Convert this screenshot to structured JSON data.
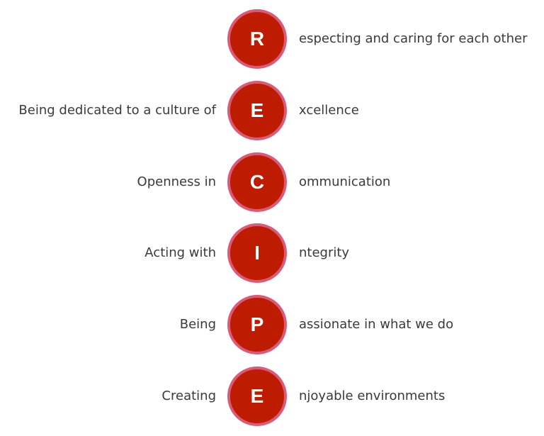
{
  "acronym": {
    "rows": [
      {
        "prefix": "",
        "letter": "R",
        "suffix": "especting and caring for each other"
      },
      {
        "prefix": "Being dedicated to a culture of",
        "letter": "E",
        "suffix": "xcellence"
      },
      {
        "prefix": "Openness in",
        "letter": "C",
        "suffix": "ommunication"
      },
      {
        "prefix": "Acting with",
        "letter": "I",
        "suffix": "ntegrity"
      },
      {
        "prefix": "Being",
        "letter": "P",
        "suffix": "assionate in what we do"
      },
      {
        "prefix": "Creating",
        "letter": "E",
        "suffix": "njoyable environments"
      }
    ]
  },
  "colors": {
    "circle_fill": "#bd1c00",
    "circle_ring": "#da5a78",
    "text": "#3a3a3a",
    "letter": "#ffffff"
  }
}
